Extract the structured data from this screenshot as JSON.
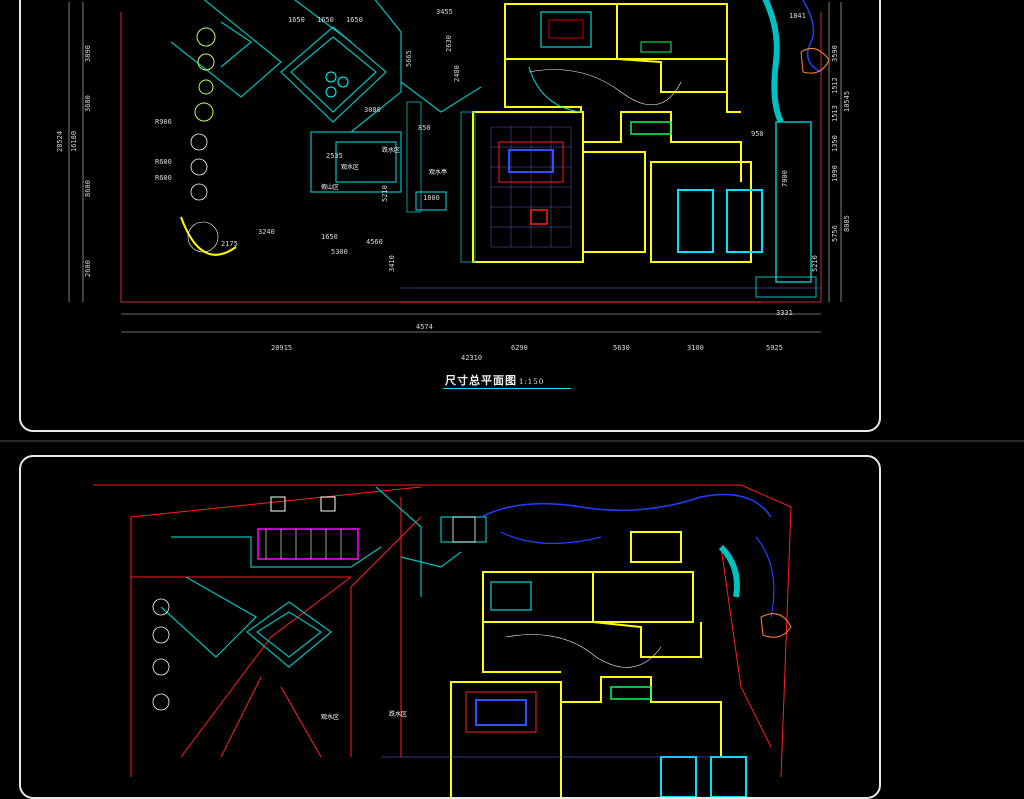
{
  "drawing": {
    "title": "尺寸总平面图",
    "scale": "1:150"
  },
  "top_panel": {
    "dimensions_top": [
      "1650",
      "1650",
      "1650",
      "3455",
      "1841"
    ],
    "dimensions_bottom": [
      "20915",
      "42310",
      "6290",
      "5630",
      "3100",
      "5925",
      "4574",
      "3331"
    ],
    "dimensions_left_vertical": [
      "3890",
      "3680",
      "16180",
      "28524",
      "8600",
      "2600"
    ],
    "dimensions_right_vertical": [
      "3590",
      "1512",
      "1513",
      "10545",
      "1350",
      "1990",
      "5756",
      "8085",
      "5210"
    ],
    "dimensions_interior": [
      "3080",
      "2535",
      "850",
      "1800",
      "3240",
      "2175",
      "1650",
      "4560",
      "5300",
      "3410",
      "7000",
      "R906",
      "R600",
      "R600",
      "5665",
      "2480",
      "2630",
      "5210",
      "950"
    ],
    "room_labels": [
      "跌水区",
      "假山区",
      "观水亭",
      "观水区"
    ]
  },
  "bottom_panel": {
    "room_labels": [
      "跌水区",
      "观水区"
    ]
  },
  "colors": {
    "walls": "#ffff00",
    "landscape": "#00c0c0",
    "water": "#2040ff",
    "furniture": "#00ff80",
    "irrigation": "#ff2020",
    "accent": "#ff00ff",
    "dimension_text": "#d8d8d8"
  }
}
